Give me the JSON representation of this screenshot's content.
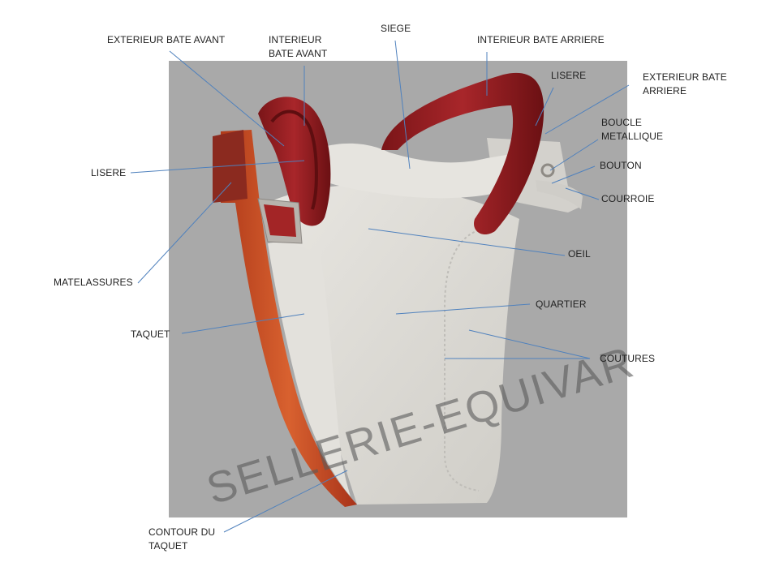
{
  "colors": {
    "panel": "#a9a9a9",
    "leather": "#9b1f22",
    "leather_dark": "#6e1013",
    "leather_orange": "#c24a22",
    "suede": "#dcdad5",
    "leader": "#4f81bd",
    "watermark": "#5a5a5a"
  },
  "watermark": "SELLERIE-EQUIVAR",
  "labels": {
    "exterieur_bate_avant": [
      "EXTERIEUR BATE AVANT"
    ],
    "interieur_bate_avant": [
      "INTERIEUR",
      "BATE AVANT"
    ],
    "siege": [
      "SIEGE"
    ],
    "interieur_bate_arriere": [
      "INTERIEUR BATE ARRIERE"
    ],
    "lisere_right": [
      "LISERE"
    ],
    "exterieur_bate_arriere": [
      "EXTERIEUR BATE",
      "ARRIERE"
    ],
    "boucle_metallique": [
      "BOUCLE",
      "METALLIQUE"
    ],
    "bouton": [
      "BOUTON"
    ],
    "courroie": [
      "COURROIE"
    ],
    "lisere_left": [
      "LISERE"
    ],
    "matelassures": [
      "MATELASSURES"
    ],
    "oeil": [
      "OEIL"
    ],
    "quartier": [
      "QUARTIER"
    ],
    "taquet": [
      "TAQUET"
    ],
    "coutures": [
      "COUTURES"
    ],
    "contour_du_taquet": [
      "CONTOUR DU",
      "TAQUET"
    ]
  }
}
